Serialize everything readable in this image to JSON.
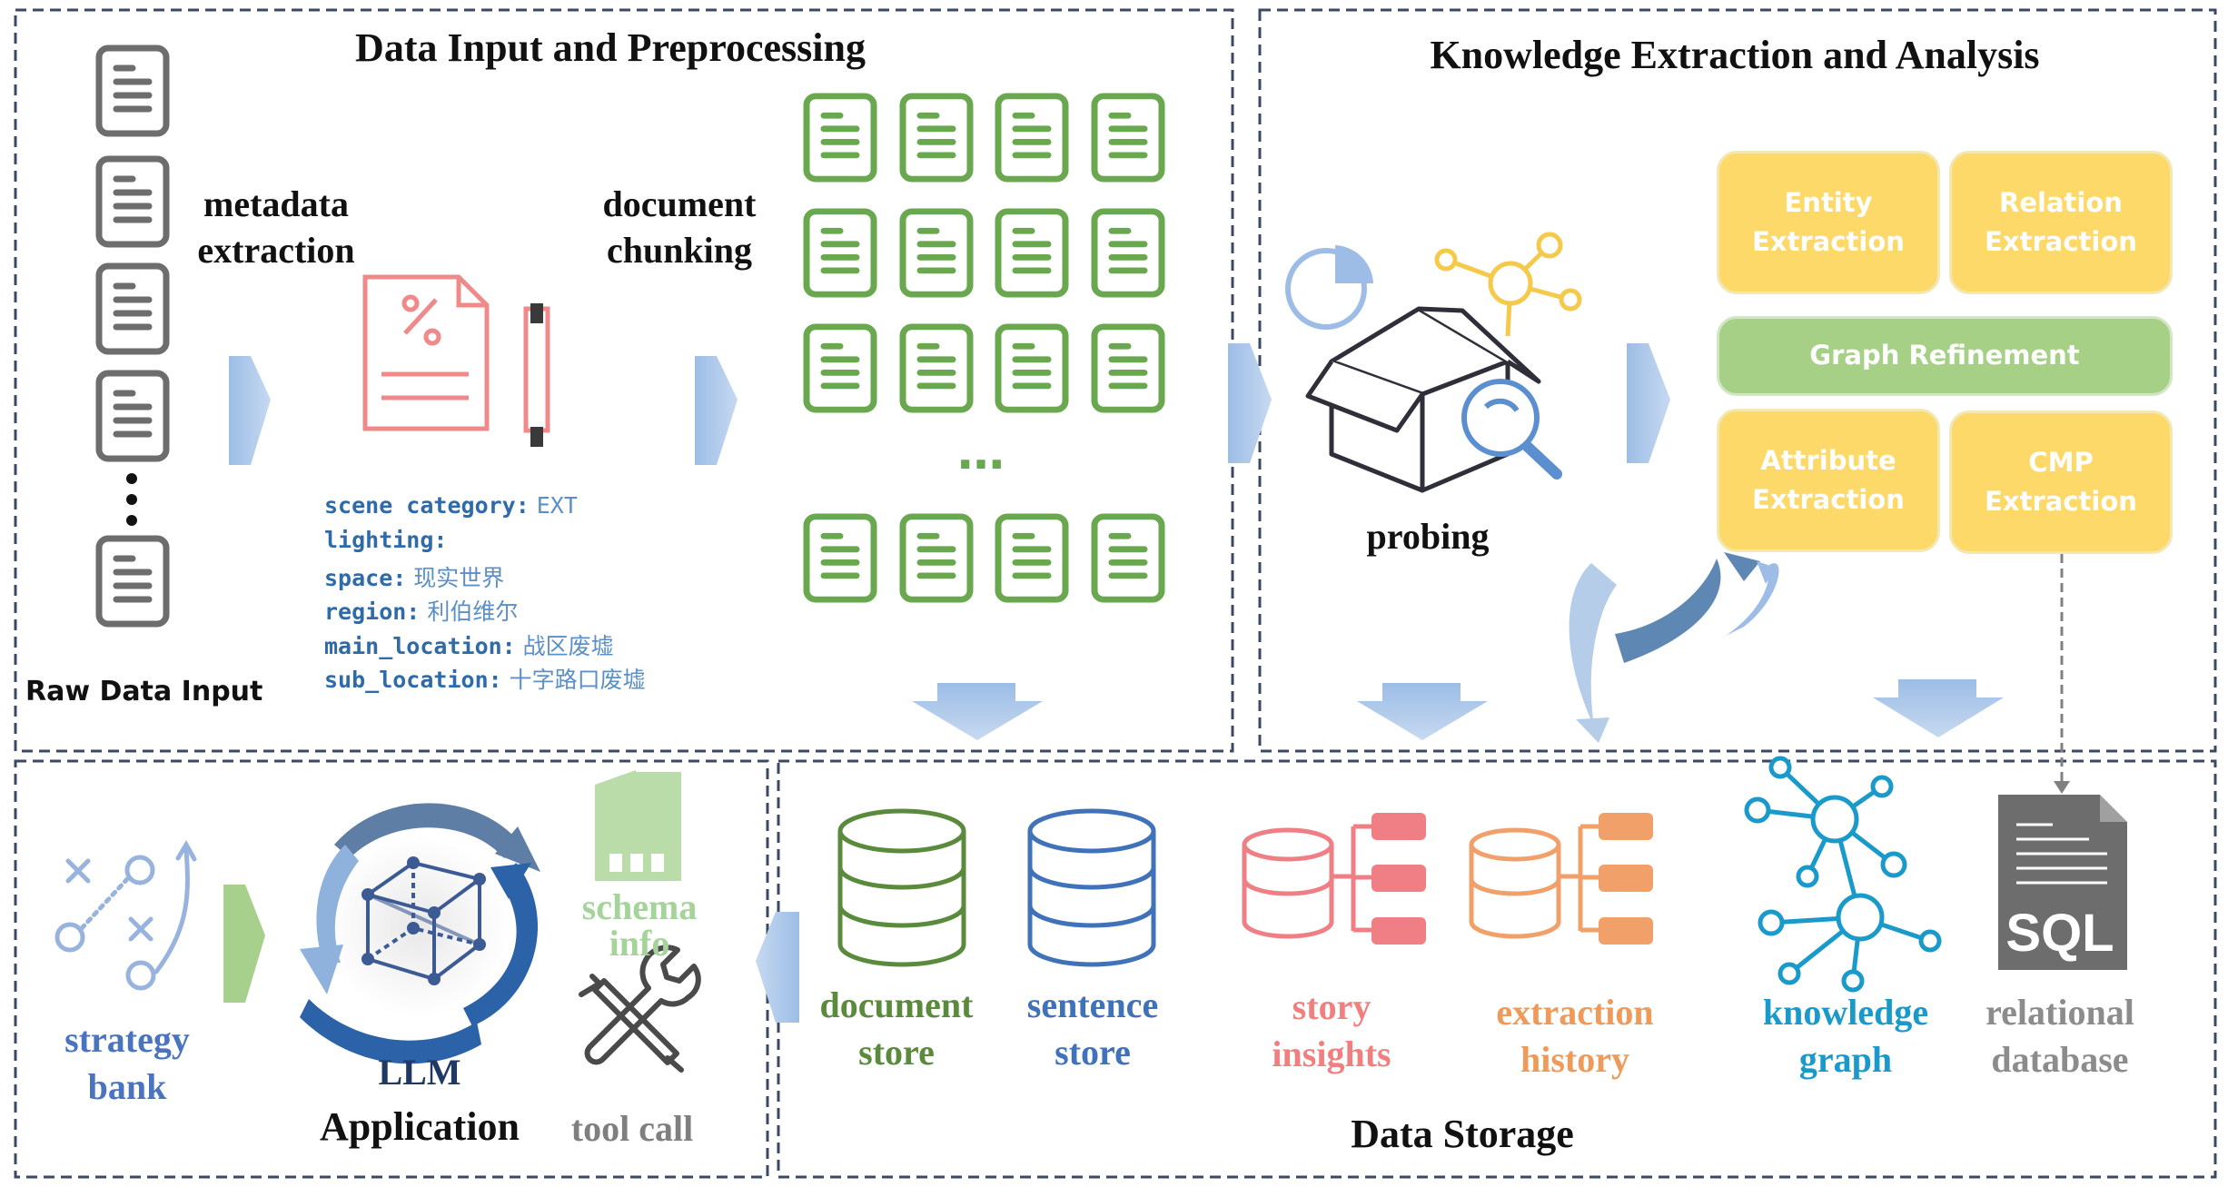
{
  "sections": {
    "preprocessing_title": "Data Input and Preprocessing",
    "extraction_title": "Knowledge Extraction and Analysis",
    "storage_title": "Data Storage",
    "application_title": "Application"
  },
  "preprocessing": {
    "raw_data_label": "Raw Data Input",
    "metadata_extraction_line1": "metadata",
    "metadata_extraction_line2": "extraction",
    "document_chunking_line1": "document",
    "document_chunking_line2": "chunking",
    "ellipsis": "…",
    "metadata": [
      {
        "key": "scene category:",
        "value": "EXT"
      },
      {
        "key": "lighting:",
        "value": ""
      },
      {
        "key": "space:",
        "value": "现实世界"
      },
      {
        "key": "region:",
        "value": "利伯维尔"
      },
      {
        "key": "main_location:",
        "value": "战区废墟"
      },
      {
        "key": "sub_location:",
        "value": "十字路口废墟"
      }
    ]
  },
  "extraction": {
    "probing_label": "probing",
    "entity_extraction": "Entity\nExtraction",
    "relation_extraction": "Relation\nExtraction",
    "graph_refinement": "Graph Refinement",
    "attribute_extraction": "Attribute\nExtraction",
    "cmp_extraction": "CMP\nExtraction"
  },
  "storage": {
    "document_store_line1": "document",
    "document_store_line2": "store",
    "sentence_store_line1": "sentence",
    "sentence_store_line2": "store",
    "story_insights_line1": "story",
    "story_insights_line2": "insights",
    "extraction_history_line1": "extraction",
    "extraction_history_line2": "history",
    "knowledge_graph_line1": "knowledge",
    "knowledge_graph_line2": "graph",
    "relational_database_line1": "relational",
    "relational_database_line2": "database",
    "sql_icon_text": "SQL"
  },
  "application": {
    "strategy_bank_line1": "strategy",
    "strategy_bank_line2": "bank",
    "llm_label": "LLM",
    "schema_info_line1": "schema",
    "schema_info_line2": "info",
    "tool_call_label": "tool call"
  },
  "colors": {
    "doc_gray": "#6d6d6d",
    "doc_green": "#6aa84f",
    "arrow_blue": "#a9c4e6",
    "text_document_store": "#5a8a3c",
    "text_sentence_store": "#3f72b8",
    "text_story_insights": "#f08080",
    "text_extraction_history": "#ee9a5a",
    "text_knowledge_graph": "#1a9acb",
    "text_relational_database": "#8c8c8c",
    "text_strategy_bank": "#4a74c0",
    "text_schema_info": "#a5d49a",
    "text_tool_call": "#7f7f7f"
  }
}
